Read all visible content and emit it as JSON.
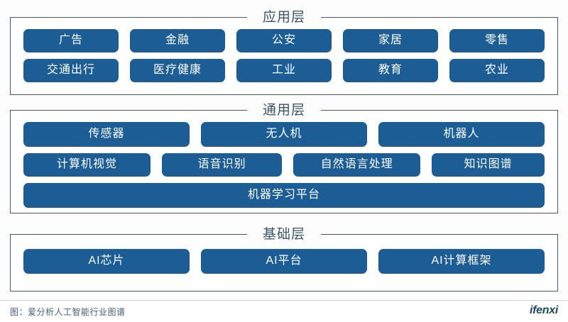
{
  "page": {
    "background_color": "#fdfdfd",
    "box_color": "#1c5d96",
    "box_text_color": "#ffffff",
    "panel_border_color": "#41586a",
    "title_color": "#3a5568"
  },
  "layers": [
    {
      "id": "application",
      "title": "应用层",
      "rows": [
        [
          {
            "label": "广告",
            "flex": 1
          },
          {
            "label": "金融",
            "flex": 1
          },
          {
            "label": "公安",
            "flex": 1
          },
          {
            "label": "家居",
            "flex": 1
          },
          {
            "label": "零售",
            "flex": 1
          }
        ],
        [
          {
            "label": "交通出行",
            "flex": 1
          },
          {
            "label": "医疗健康",
            "flex": 1
          },
          {
            "label": "工业",
            "flex": 1
          },
          {
            "label": "教育",
            "flex": 1
          },
          {
            "label": "农业",
            "flex": 1
          }
        ]
      ]
    },
    {
      "id": "general",
      "title": "通用层",
      "rows": [
        [
          {
            "label": "传感器",
            "flex": 1
          },
          {
            "label": "无人机",
            "flex": 1
          },
          {
            "label": "机器人",
            "flex": 1
          }
        ],
        [
          {
            "label": "计算机视觉",
            "flex": 1.06
          },
          {
            "label": "语音识别",
            "flex": 1.0
          },
          {
            "label": "自然语言处理",
            "flex": 1.06
          },
          {
            "label": "知识图谱",
            "flex": 0.94
          }
        ],
        [
          {
            "label": "机器学习平台",
            "flex": 1
          }
        ]
      ]
    },
    {
      "id": "foundation",
      "title": "基础层",
      "rows": [
        [
          {
            "label": "AI芯片",
            "flex": 1
          },
          {
            "label": "AI平台",
            "flex": 1
          },
          {
            "label": "AI计算框架",
            "flex": 1
          }
        ]
      ]
    }
  ],
  "footer": {
    "caption": "图：爱分析人工智能行业图谱",
    "logo": "ifenxi"
  }
}
